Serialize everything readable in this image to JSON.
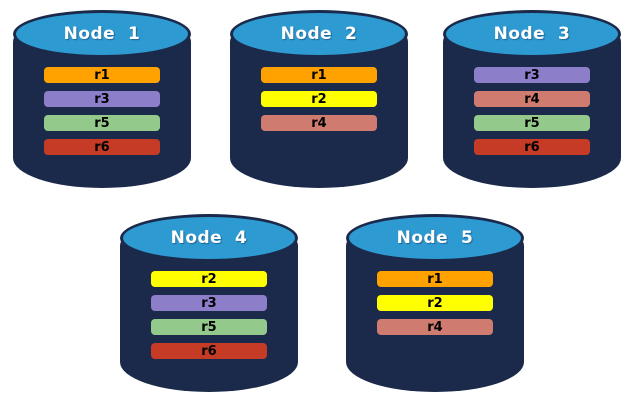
{
  "colors": {
    "background": "#FFFFFF",
    "cylinder_body": "#1B2A4A",
    "cylinder_top_fill": "#2E9AD2",
    "cylinder_outline": "#1B2A4A",
    "title_text": "#FFFFFF",
    "record_text": "#000000",
    "records": {
      "r1": "#FFA200",
      "r2": "#FFFF00",
      "r3": "#8C7EC8",
      "r4": "#CF7B70",
      "r5": "#93CA8C",
      "r6": "#C63B26"
    }
  },
  "nodes": [
    {
      "title": "Node  1",
      "records": [
        "r1",
        "r3",
        "r5",
        "r6"
      ]
    },
    {
      "title": "Node  2",
      "records": [
        "r1",
        "r2",
        "r4"
      ]
    },
    {
      "title": "Node  3",
      "records": [
        "r3",
        "r4",
        "r5",
        "r6"
      ]
    },
    {
      "title": "Node  4",
      "records": [
        "r2",
        "r3",
        "r5",
        "r6"
      ]
    },
    {
      "title": "Node  5",
      "records": [
        "r1",
        "r2",
        "r4"
      ]
    }
  ]
}
